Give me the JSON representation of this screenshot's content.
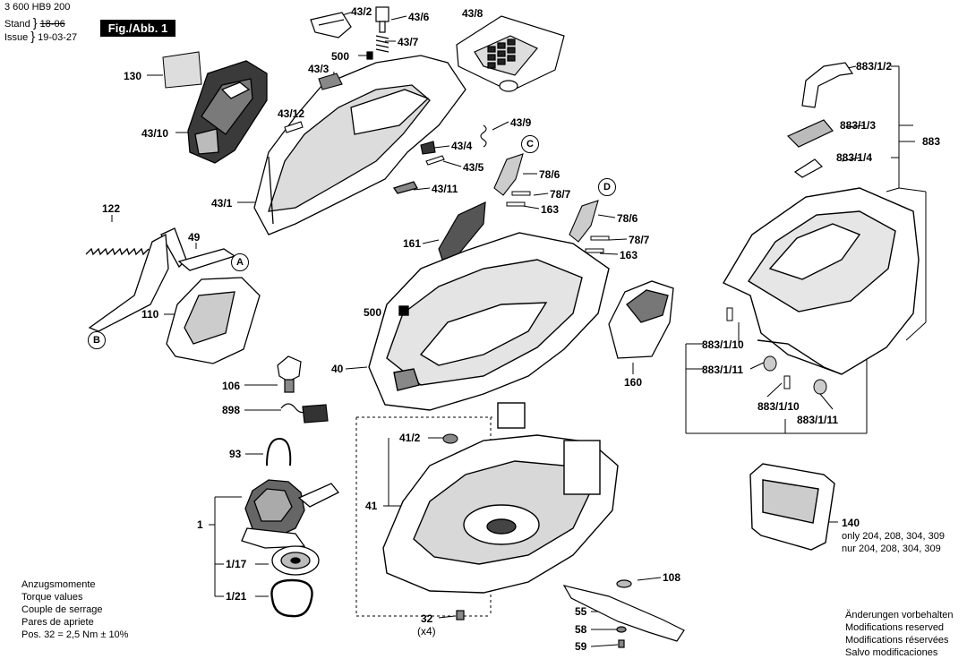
{
  "header": {
    "part_number": "3 600 HB9 200",
    "stand_label": "Stand",
    "stand_value": "18-06",
    "issue_label": "Issue",
    "issue_value": "19-03-27",
    "figure_label": "Fig./Abb. 1"
  },
  "callouts": {
    "c43_2": "43/2",
    "c43_6": "43/6",
    "c43_8": "43/8",
    "c43_7": "43/7",
    "c500a": "500",
    "c130": "130",
    "c43_3": "43/3",
    "c43_12": "43/12",
    "c43_10": "43/10",
    "c43_9": "43/9",
    "c43_4": "43/4",
    "c43_5": "43/5",
    "c43_1": "43/1",
    "c43_11": "43/11",
    "c78_6a": "78/6",
    "c78_7a": "78/7",
    "c163a": "163",
    "c78_6b": "78/6",
    "c78_7b": "78/7",
    "c163b": "163",
    "c122": "122",
    "c49": "49",
    "c161": "161",
    "c110": "110",
    "c500b": "500",
    "c40": "40",
    "c160": "160",
    "c106": "106",
    "c898": "898",
    "c93": "93",
    "c41_2": "41/2",
    "c41": "41",
    "c1": "1",
    "c1_17": "1/17",
    "c1_21": "1/21",
    "c32": "32",
    "c32x": "(x4)",
    "c108": "108",
    "c55": "55",
    "c58": "58",
    "c59": "59",
    "c883_1_2": "883/1/2",
    "c883_1_3": "883/1/3",
    "c883": "883",
    "c883_1_4": "883/1/4",
    "c883_1_10a": "883/1/10",
    "c883_1_11a": "883/1/11",
    "c883_1_10b": "883/1/10",
    "c883_1_11b": "883/1/11",
    "c140": "140"
  },
  "circle_markers": {
    "A": "A",
    "B": "B",
    "C": "C",
    "D": "D"
  },
  "notes": {
    "only_en": "only 204, 208, 304, 309",
    "only_de": "nur 204, 208, 304, 309",
    "torque_de": "Anzugsmomente",
    "torque_en": "Torque values",
    "torque_fr": "Couple de serrage",
    "torque_es": "Pares de apriete",
    "torque_pos": "Pos. 32 = 2,5 Nm ± 10%",
    "change_de": "Änderungen vorbehalten",
    "change_en": "Modifications reserved",
    "change_fr": "Modifications réservées",
    "change_es": "Salvo modificaciones"
  }
}
